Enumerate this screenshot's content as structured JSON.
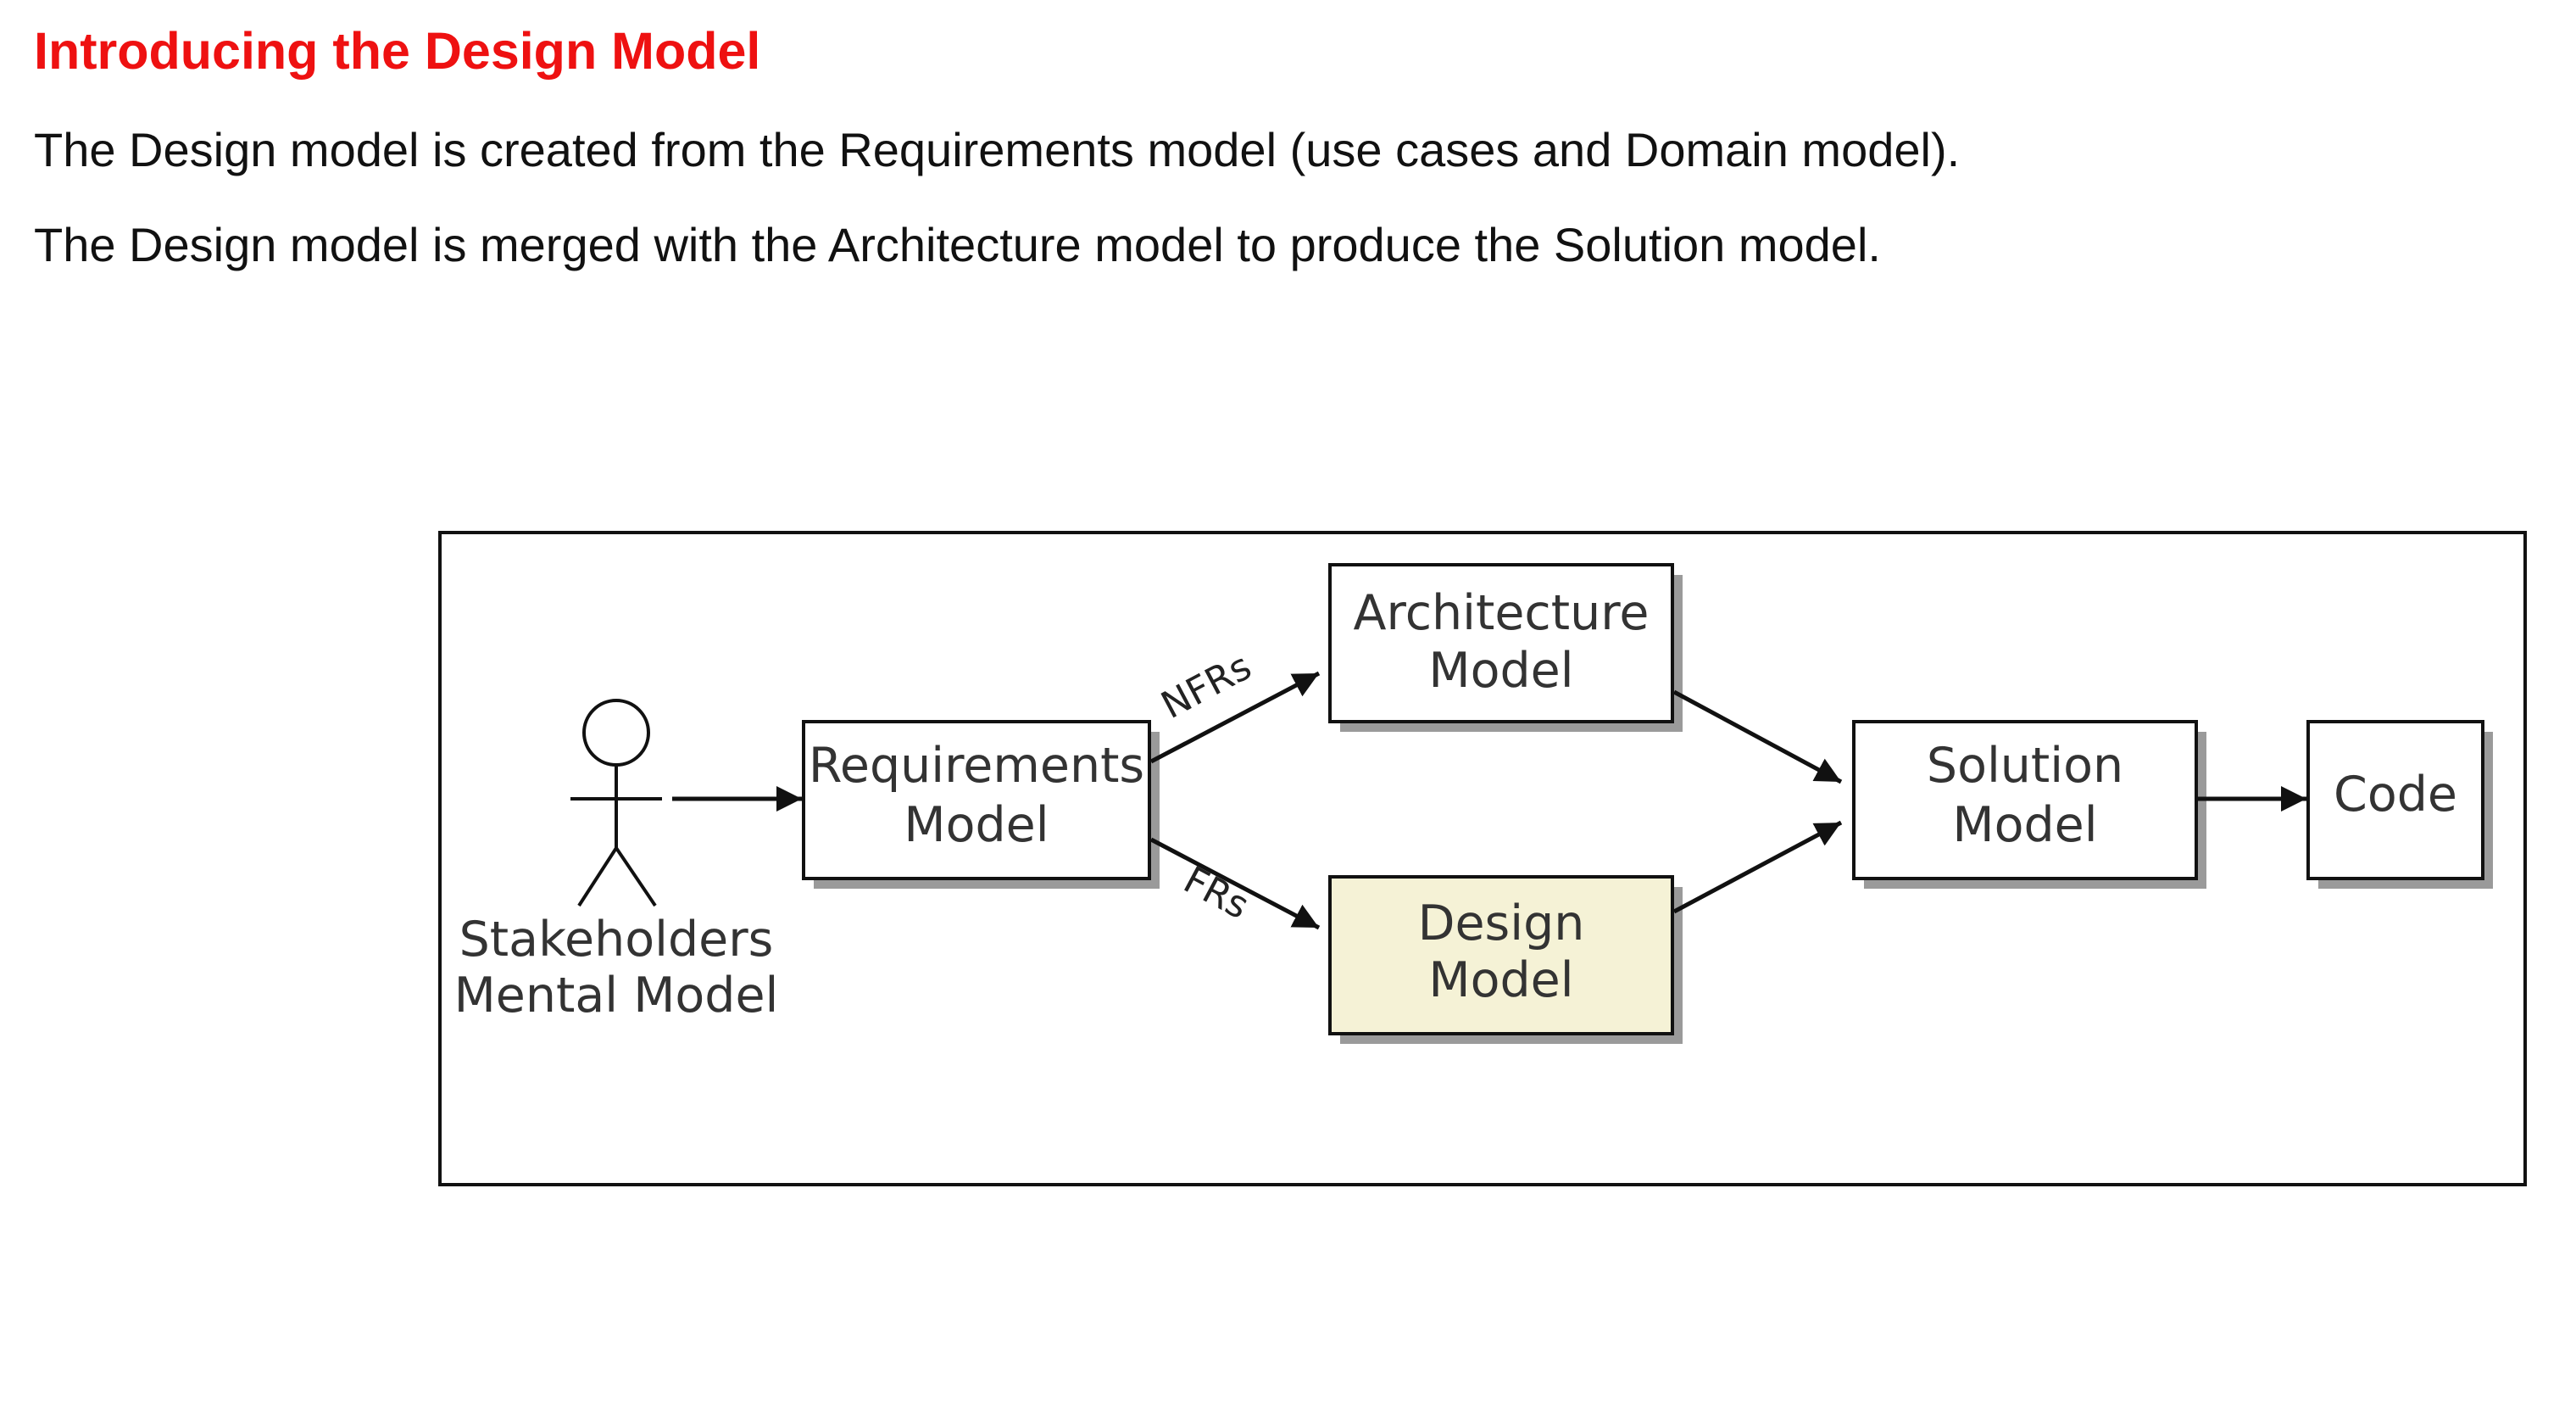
{
  "heading": {
    "title": "Introducing the Design Model",
    "title_color": "#ee1111"
  },
  "paragraphs": {
    "p1": "The Design model is created from the Requirements model (use cases and Domain model).",
    "p2": "The Design model is merged with the Architecture model to produce the Solution model."
  },
  "diagram": {
    "actor": {
      "line1": "Stakeholders",
      "line2": "Mental Model",
      "icon": "stick-figure-icon"
    },
    "nodes": {
      "requirements": {
        "line1": "Requirements",
        "line2": "Model"
      },
      "architecture": {
        "line1": "Architecture",
        "line2": "Model"
      },
      "design": {
        "line1": "Design",
        "line2": "Model",
        "fill": "#f5f2d6"
      },
      "solution": {
        "line1": "Solution",
        "line2": "Model"
      },
      "code": {
        "line1": "Code"
      }
    },
    "edges": {
      "nfrs": "NFRs",
      "frs": "FRs"
    },
    "colors": {
      "box_border": "#111111",
      "box_shadow": "#9a9a9a",
      "default_fill": "#ffffff"
    }
  }
}
